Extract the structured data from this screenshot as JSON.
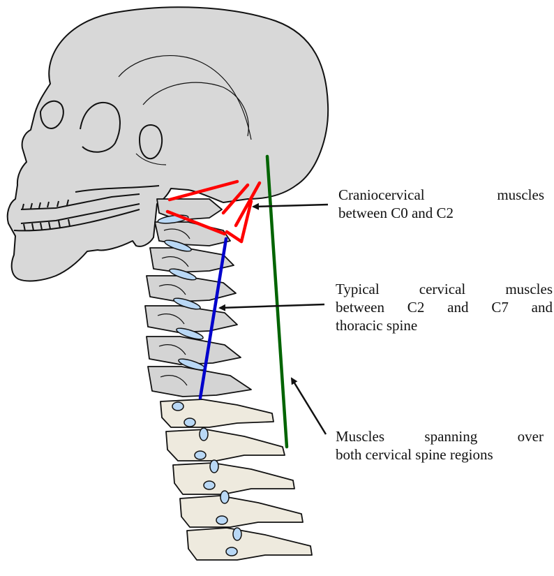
{
  "labels": {
    "craniocervical": {
      "line1": "Craniocervical muscles",
      "line2": "between C0 and C2"
    },
    "typical_cervical": {
      "line1": "Typical cervical muscles",
      "line2": "between C2 and C7 and",
      "line3": "thoracic spine"
    },
    "spanning": {
      "line1": "Muscles spanning over",
      "line2": "both cervical spine regions"
    }
  },
  "colors": {
    "skull_fill": "#d8d8d8",
    "cervical_vertebra_fill": "#d4d4d4",
    "thoracic_vertebra_fill": "#eeeade",
    "disc_fill": "#b9d8f5",
    "outline": "#111111",
    "craniocervical_muscles": "#ff0000",
    "typical_cervical_muscles": "#0000cc",
    "spanning_muscles": "#006400",
    "arrow": "#111111"
  },
  "icons": {
    "anatomy": "skull-and-neck-lateral-view"
  }
}
